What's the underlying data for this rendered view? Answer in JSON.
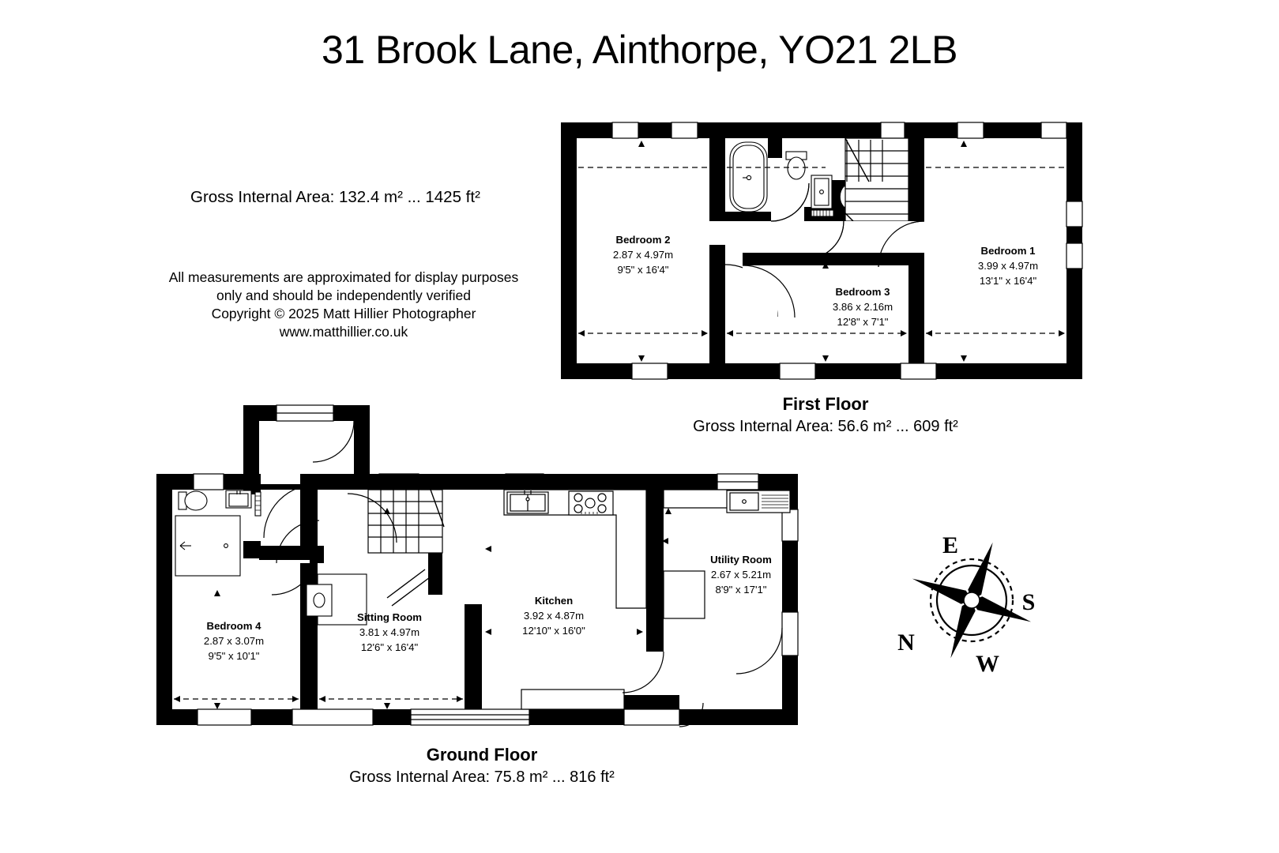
{
  "title": "31 Brook Lane, Ainthorpe, YO21 2LB",
  "gross_internal_area_total": "Gross Internal Area: 132.4 m² ... 1425 ft²",
  "disclaimer": {
    "line1": "All measurements are approximated for display purposes",
    "line2": "only and should be independently verified",
    "line3": "Copyright © 2025 Matt Hillier Photographer",
    "line4": "www.matthillier.co.uk"
  },
  "floors": [
    {
      "id": "first-floor",
      "name": "First Floor",
      "area": "Gross Internal Area: 56.6 m² ... 609 ft²",
      "rooms": [
        {
          "name": "Bedroom 2",
          "metric": "2.87 x 4.97m",
          "imperial": "9'5\" x 16'4\""
        },
        {
          "name": "Bedroom 3",
          "metric": "3.86 x 2.16m",
          "imperial": "12'8\" x 7'1\""
        },
        {
          "name": "Bedroom 1",
          "metric": "3.99 x 4.97m",
          "imperial": "13'1\" x 16'4\""
        }
      ]
    },
    {
      "id": "ground-floor",
      "name": "Ground Floor",
      "area": "Gross Internal Area: 75.8 m² ... 816 ft²",
      "rooms": [
        {
          "name": "Bedroom 4",
          "metric": "2.87 x 3.07m",
          "imperial": "9'5\" x 10'1\""
        },
        {
          "name": "Sitting Room",
          "metric": "3.81 x 4.97m",
          "imperial": "12'6\" x 16'4\""
        },
        {
          "name": "Kitchen",
          "metric": "3.92 x 4.87m",
          "imperial": "12'10\" x 16'0\""
        },
        {
          "name": "Utility Room",
          "metric": "2.67 x 5.21m",
          "imperial": "8'9\" x 17'1\""
        }
      ]
    }
  ],
  "compass": {
    "top": "E",
    "right": "S",
    "bottom": "W",
    "left": "N"
  },
  "colors": {
    "wall": "#000000",
    "floor": "#ffffff",
    "text": "#000000"
  }
}
